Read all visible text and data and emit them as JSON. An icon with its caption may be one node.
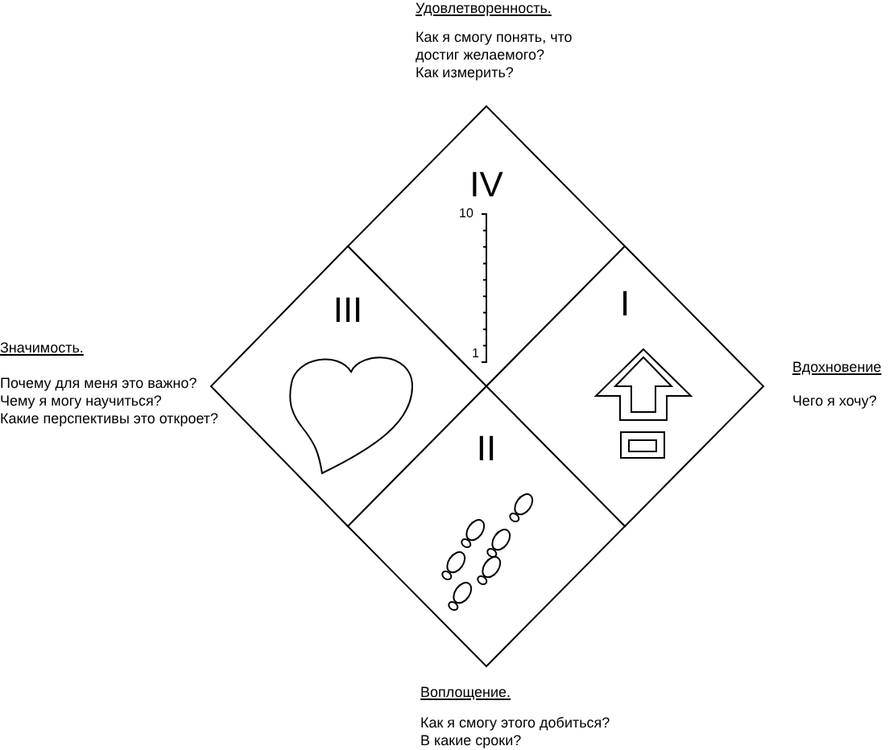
{
  "diagram": {
    "nodes": [
      {
        "text": [
          "IV"
        ],
        "beside": [
          "Удовлетворенность.",
          "Как я смогу понять, что достиг желаемого?",
          "Как измерить?"
        ]
      },
      {
        "text": [
          "III"
        ],
        "beside": [
          "Значимость.",
          "Почему для меня это важно?",
          "Чему я могу научиться?",
          "Какие перспективы это откроет?"
        ]
      },
      {
        "text": [
          "I"
        ],
        "beside": [
          "Вдохновение",
          "Чего я хочу?"
        ]
      },
      {
        "text": [
          "II"
        ],
        "beside": [
          "Воплощение.",
          "Как я смогу этого добиться?",
          "В какие сроки?"
        ]
      }
    ],
    "edges": [],
    "labels": [
      "10",
      "1"
    ]
  }
}
